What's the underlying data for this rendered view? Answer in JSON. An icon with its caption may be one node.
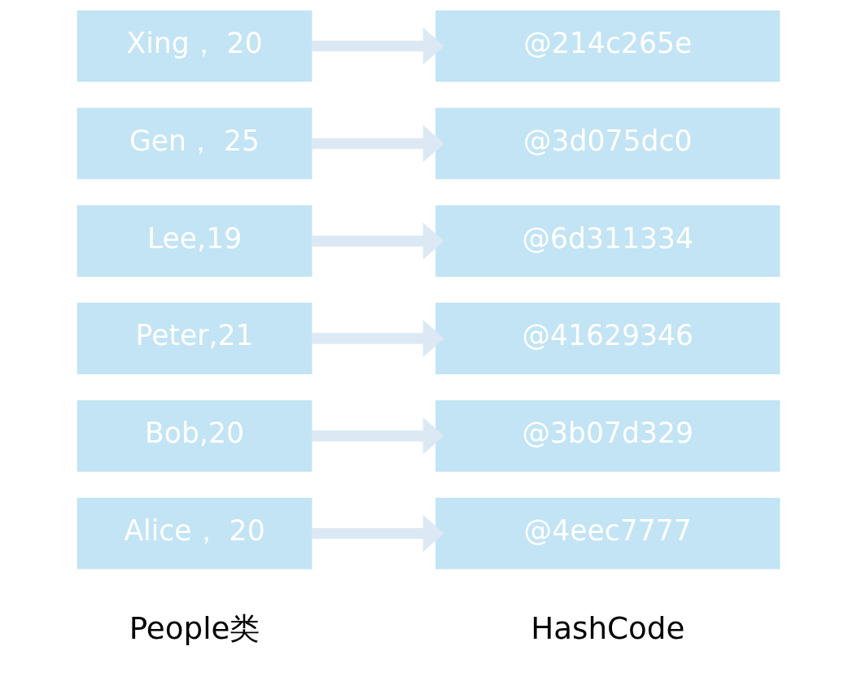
{
  "diagram": {
    "nodes": [
      {
        "text": [
          "Alice， 20"
        ]
      },
      {
        "text": [
          "@4eec7777"
        ]
      },
      {
        "text": [
          "Bob,20"
        ]
      },
      {
        "text": [
          "@3b07d329"
        ]
      },
      {
        "text": [
          "Peter,21"
        ]
      },
      {
        "text": [
          "@41629346"
        ]
      },
      {
        "text": [
          "Lee,19"
        ]
      },
      {
        "text": [
          "@6d311334"
        ]
      },
      {
        "text": [
          "Gen， 25"
        ]
      },
      {
        "text": [
          "@3d075dc0"
        ]
      },
      {
        "text": [
          "Xing， 20"
        ]
      },
      {
        "text": [
          "@214c265e"
        ]
      }
    ],
    "edges": [
      {
        "from": 0,
        "to": 1,
        "arrow": "to"
      },
      {
        "from": 2,
        "to": 3,
        "arrow": "to"
      },
      {
        "from": 4,
        "to": 5,
        "arrow": "to"
      },
      {
        "from": 6,
        "to": 7,
        "arrow": "to"
      },
      {
        "from": 8,
        "to": 9,
        "arrow": "to"
      },
      {
        "from": 10,
        "to": 11,
        "arrow": "to"
      }
    ],
    "labels": [
      "People类",
      "HashCode"
    ]
  }
}
